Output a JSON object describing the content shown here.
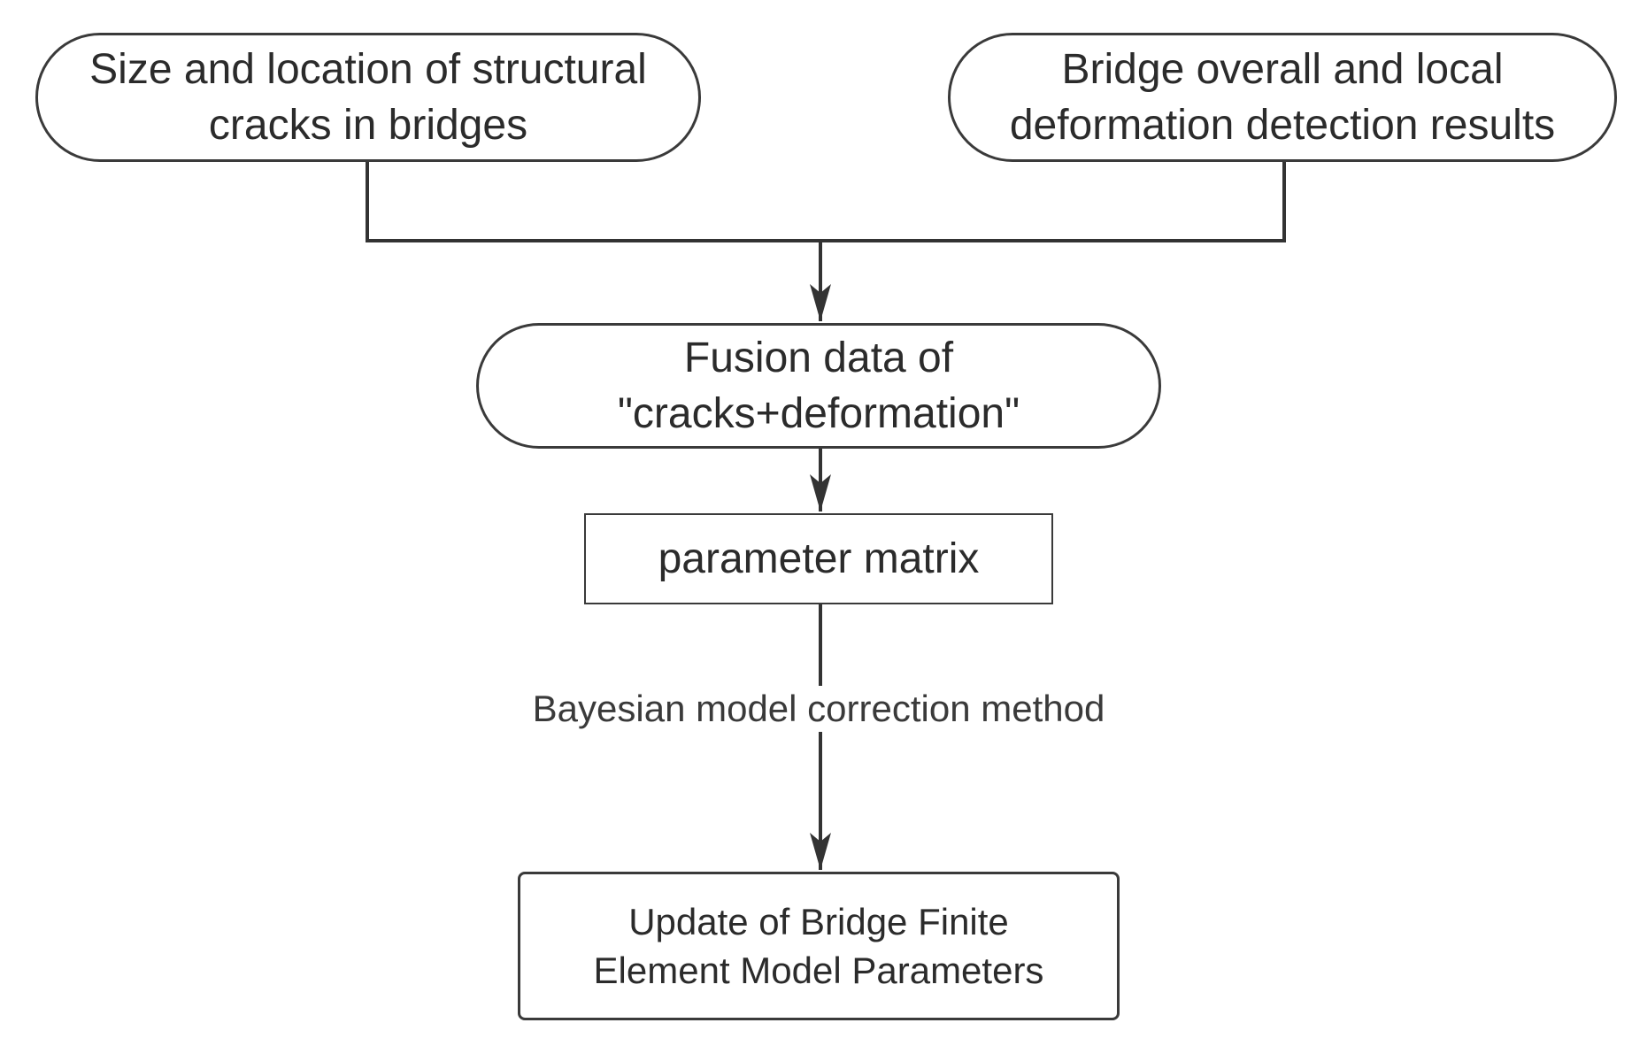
{
  "nodes": {
    "cracks": "Size and location of structural\ncracks in bridges",
    "deformation": "Bridge overall and local\ndeformation detection results",
    "fusion": "Fusion data of\n\"cracks+deformation\"",
    "param_matrix": "parameter matrix",
    "update": "Update of Bridge Finite\nElement Model Parameters"
  },
  "edges": {
    "bayesian_label": "Bayesian model correction method"
  }
}
